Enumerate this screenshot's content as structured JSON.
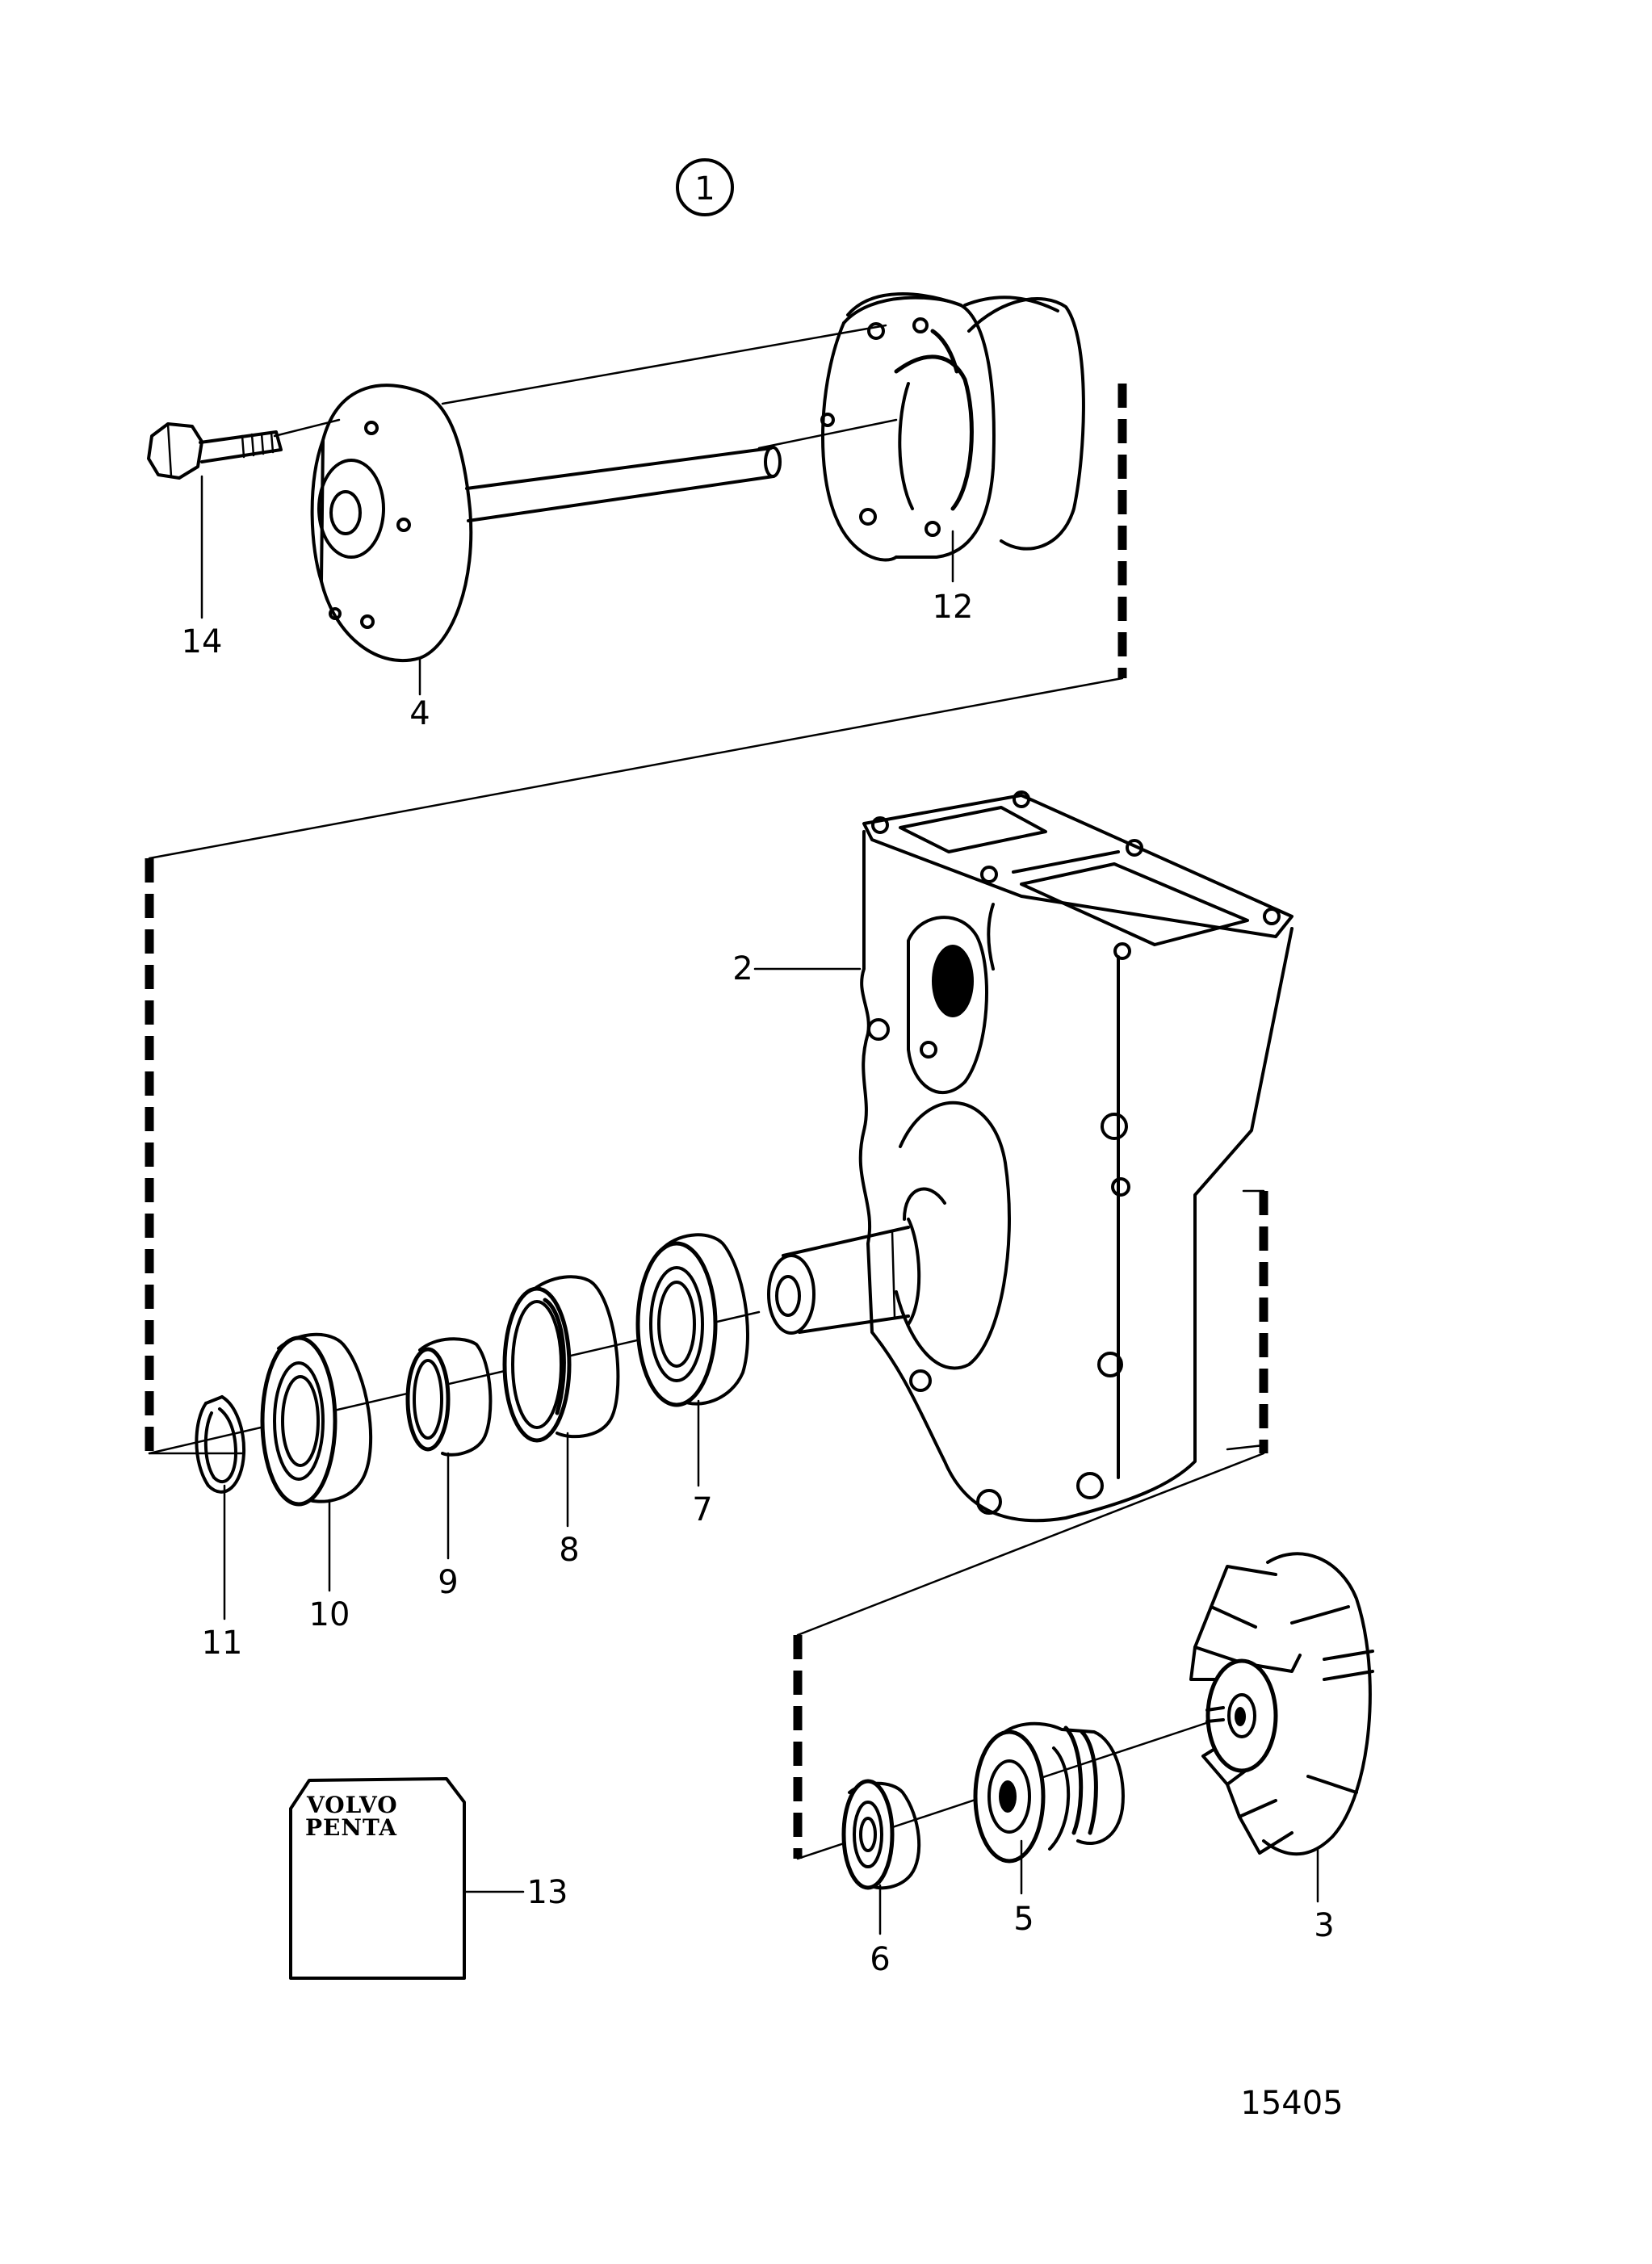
{
  "group_number": "1",
  "drawing_number": "15405",
  "kit_logo_line1": "VOLVO",
  "kit_logo_line2": "PENTA",
  "callouts": [
    {
      "id": "2",
      "text": "2"
    },
    {
      "id": "3",
      "text": "3"
    },
    {
      "id": "4",
      "text": "4"
    },
    {
      "id": "5",
      "text": "5"
    },
    {
      "id": "6",
      "text": "6"
    },
    {
      "id": "7",
      "text": "7"
    },
    {
      "id": "8",
      "text": "8"
    },
    {
      "id": "9",
      "text": "9"
    },
    {
      "id": "10",
      "text": "10"
    },
    {
      "id": "11",
      "text": "11"
    },
    {
      "id": "12",
      "text": "12"
    },
    {
      "id": "13",
      "text": "13"
    },
    {
      "id": "14",
      "text": "14"
    }
  ]
}
